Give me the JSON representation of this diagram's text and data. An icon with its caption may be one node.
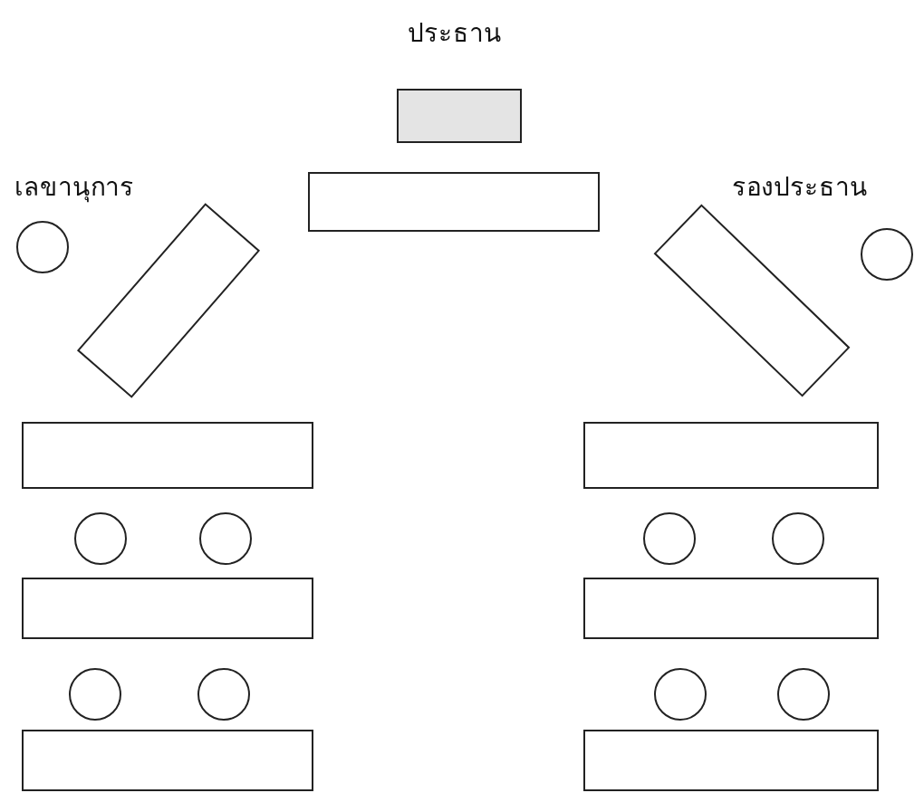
{
  "diagram": {
    "nodes": [
      {
        "text": [],
        "shape": "box"
      },
      {
        "text": [],
        "shape": "box"
      },
      {
        "text": [],
        "shape": "circle"
      },
      {
        "text": [],
        "shape": "box"
      },
      {
        "text": [],
        "shape": "box"
      },
      {
        "text": [],
        "shape": "circle"
      },
      {
        "text": [],
        "shape": "box"
      },
      {
        "text": [],
        "shape": "box"
      },
      {
        "text": [],
        "shape": "circle"
      },
      {
        "text": [],
        "shape": "circle"
      },
      {
        "text": [],
        "shape": "circle"
      },
      {
        "text": [],
        "shape": "circle"
      },
      {
        "text": [],
        "shape": "box"
      },
      {
        "text": [],
        "shape": "box"
      },
      {
        "text": [],
        "shape": "circle"
      },
      {
        "text": [],
        "shape": "circle"
      },
      {
        "text": [],
        "shape": "circle"
      },
      {
        "text": [],
        "shape": "circle"
      },
      {
        "text": [],
        "shape": "box"
      },
      {
        "text": [],
        "shape": "box"
      }
    ],
    "labels": [
      "ประธาน",
      "เลขานุการ",
      "รองประธาน"
    ]
  }
}
